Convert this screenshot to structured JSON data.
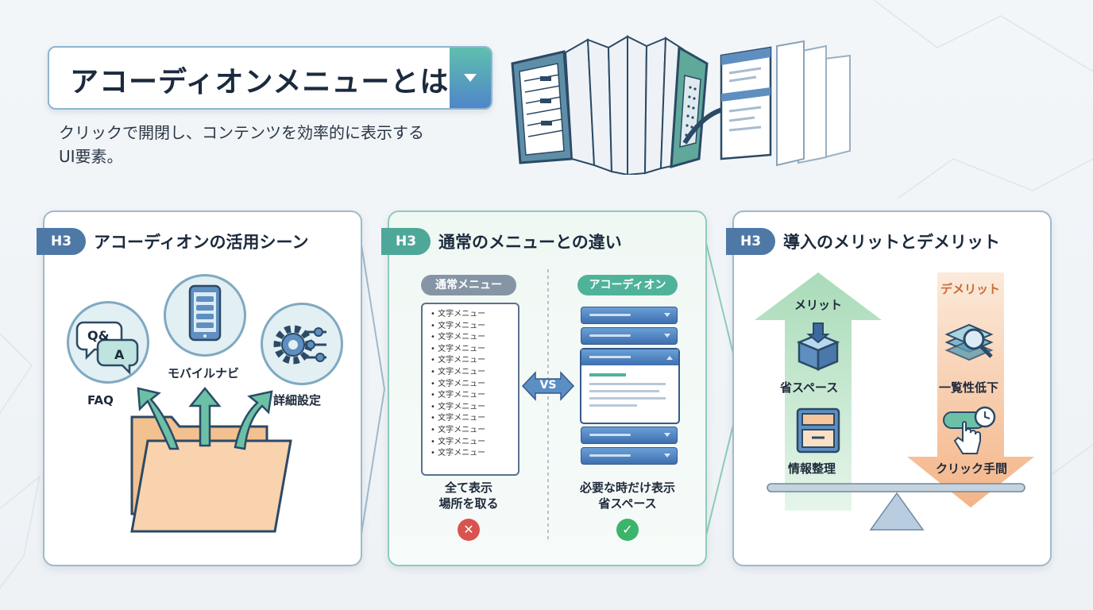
{
  "header": {
    "title": "アコーディオンメニューとは",
    "subtitle_line1": "クリックで開閉し、コンテンツを効率的に表示する",
    "subtitle_line2": "UI要素。"
  },
  "tag": "H3",
  "panel1": {
    "title": "アコーディオンの活用シーン",
    "qa_icon_text_q": "Q&",
    "qa_icon_text_a": "A",
    "label_faq": "FAQ",
    "label_mobile": "モバイルナビ",
    "label_settings": "詳細設定"
  },
  "panel2": {
    "title": "通常のメニューとの違い",
    "normal_pill": "通常メニュー",
    "accordion_pill": "アコーディオン",
    "list_items": [
      "文字メニュー",
      "文字メニュー",
      "文字メニュー",
      "文字メニュー",
      "文字メニュー",
      "文字メニュー",
      "文字メニュー",
      "文字メニュー",
      "文字メニュー",
      "文字メニュー",
      "文字メニュー",
      "文字メニュー",
      "文字メニュー"
    ],
    "vs": "VS",
    "normal_caption_1": "全て表示",
    "normal_caption_2": "場所を取る",
    "accordion_caption_1": "必要な時だけ表示",
    "accordion_caption_2": "省スペース",
    "bad_mark": "✕",
    "good_mark": "✓"
  },
  "panel3": {
    "title": "導入のメリットとデメリット",
    "merit_label": "メリット",
    "demerit_label": "デメリット",
    "merit_1": "省スペース",
    "merit_2": "情報整理",
    "demerit_1": "一覧性低下",
    "demerit_2": "クリック手間"
  },
  "colors": {
    "tag_blue": "#4e79a6",
    "tag_teal": "#4fa79a",
    "merit_green": "#b8e3c6",
    "demerit_orange": "#f6c59a",
    "bad_red": "#d9534f",
    "good_green": "#3bb56b"
  }
}
